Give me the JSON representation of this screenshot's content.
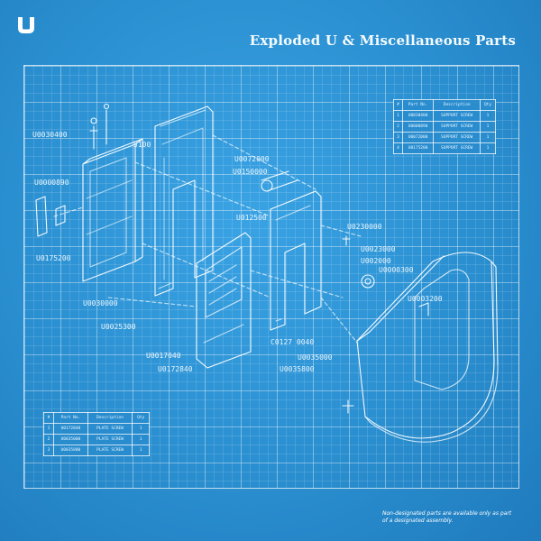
{
  "title": "Exploded U & Miscellaneous Parts",
  "logo_glyph": "u",
  "colors": {
    "background": "#2a8fd0",
    "line": "#ffffff"
  },
  "part_labels": [
    "U0030400",
    "U0000890",
    "U0175200",
    "5100",
    "U0072000",
    "U0150000",
    "U012500",
    "U0230000",
    "U0023000",
    "U002000",
    "U0000300",
    "U0003200",
    "U0030000",
    "U0025300",
    "U0017040",
    "U0172840",
    "U0035000",
    "U0035800",
    "C0127 0040"
  ],
  "bom_top": {
    "header": [
      "#",
      "Part No.",
      "Description",
      "Qty"
    ],
    "rows": [
      [
        "1",
        "U0030400",
        "SUPPORT SCREW",
        "1"
      ],
      [
        "2",
        "U0000890",
        "SUPPORT SCREW",
        "1"
      ],
      [
        "3",
        "U0072000",
        "SUPPORT SCREW",
        "1"
      ],
      [
        "4",
        "U0175200",
        "SUPPORT SCREW",
        "1"
      ]
    ]
  },
  "bom_bottom": {
    "header": [
      "#",
      "Part No.",
      "Description",
      "Qty"
    ],
    "rows": [
      [
        "1",
        "U0172840",
        "PLATE SCREW",
        "1"
      ],
      [
        "2",
        "U0035000",
        "PLATE SCREW",
        "1"
      ],
      [
        "3",
        "U0035800",
        "PLATE SCREW",
        "1"
      ]
    ]
  },
  "note": "Non-designated parts are available only as part of a designated assembly."
}
